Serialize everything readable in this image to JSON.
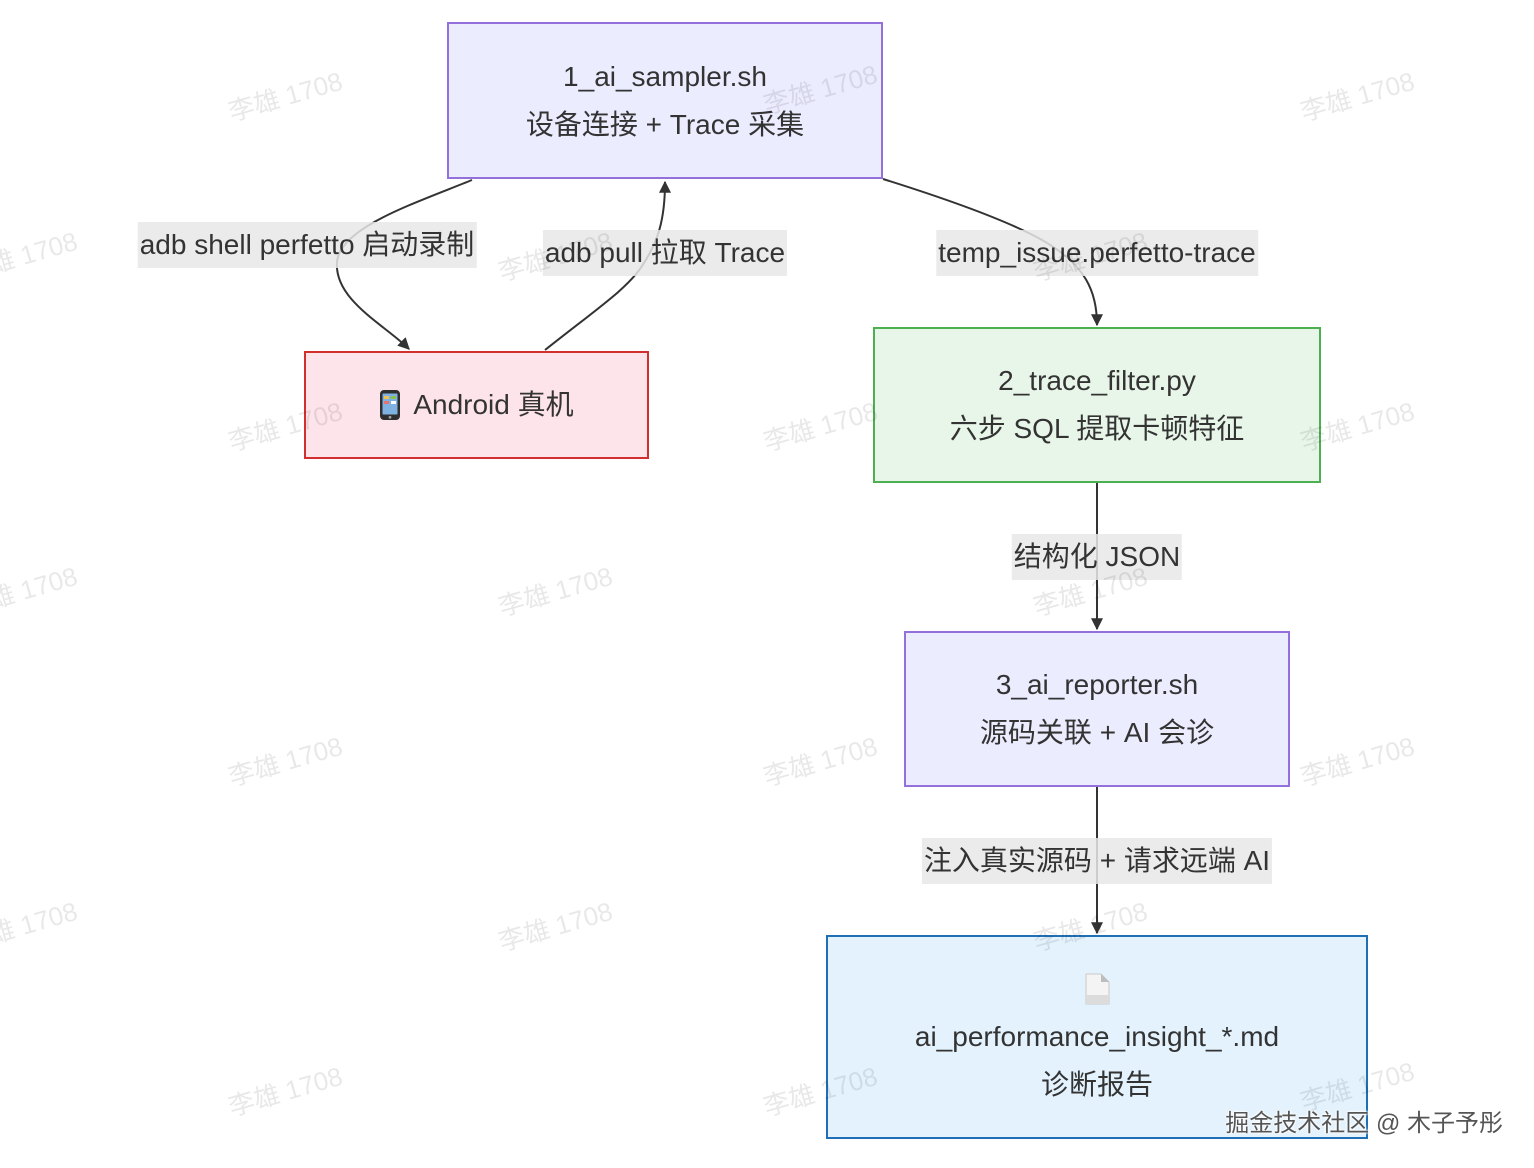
{
  "colors": {
    "background": "#FFFFFF",
    "text": "#333333",
    "edge": "#333333",
    "edge_label_bg": "rgba(232,232,232,0.85)",
    "sampler_fill": "#ECECFF",
    "sampler_stroke": "#9370DB",
    "android_fill": "#FDE4EA",
    "android_stroke": "#D32F2F",
    "filter_fill": "#E8F5E9",
    "filter_stroke": "#4CAF50",
    "reporter_fill": "#ECECFF",
    "reporter_stroke": "#9370DB",
    "report_fill": "#E3F2FD",
    "report_stroke": "#1E6FB5"
  },
  "nodes": {
    "sampler": {
      "title": "1_ai_sampler.sh",
      "subtitle": "设备连接 + Trace 采集"
    },
    "android": {
      "icon": "mobile-phone-icon",
      "label": "Android 真机"
    },
    "filter": {
      "title": "2_trace_filter.py",
      "subtitle": "六步 SQL 提取卡顿特征"
    },
    "reporter": {
      "title": "3_ai_reporter.sh",
      "subtitle": "源码关联 + AI 会诊"
    },
    "report": {
      "icon": "document-icon",
      "title": "ai_performance_insight_*.md",
      "subtitle": "诊断报告"
    }
  },
  "edges": {
    "sampler_to_android": {
      "label": "adb shell perfetto 启动录制"
    },
    "android_to_sampler": {
      "label": "adb pull 拉取 Trace"
    },
    "sampler_to_filter": {
      "label": "temp_issue.perfetto-trace"
    },
    "filter_to_reporter": {
      "label": "结构化 JSON"
    },
    "reporter_to_report": {
      "label": "注入真实源码 + 请求远端 AI"
    }
  },
  "watermark": {
    "text": "李雄 1708",
    "credit": "掘金技术社区 @ 木子予彤"
  }
}
